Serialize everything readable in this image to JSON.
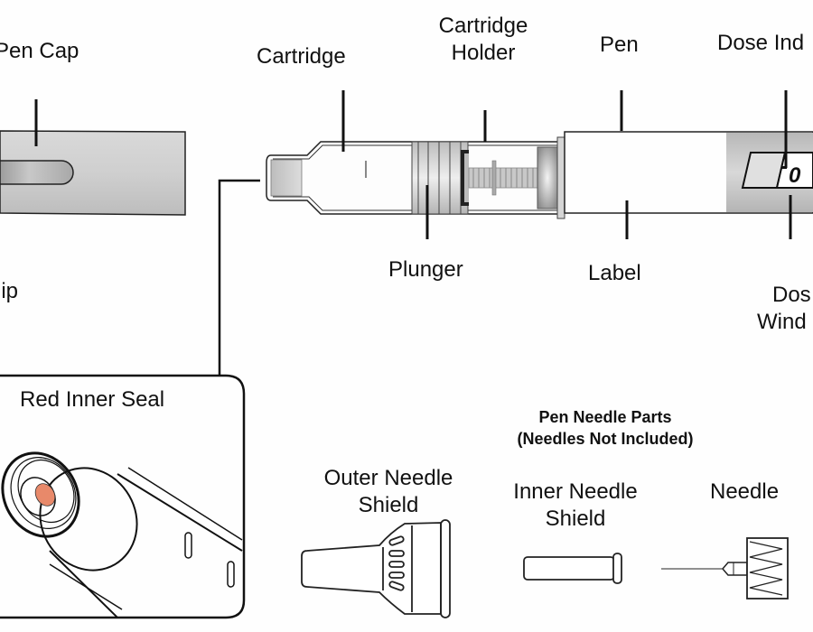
{
  "diagram": {
    "pen_labels": {
      "pen_cap": "Pen Cap",
      "clip": "lip",
      "cartridge": "Cartridge",
      "cartridge_holder_line1": "Cartridge",
      "cartridge_holder_line2": "Holder",
      "pen": "Pen",
      "dose_indicator": "Dose Ind",
      "plunger": "Plunger",
      "label": "Label",
      "dose_window_line1": "Dos",
      "dose_window_line2": "Wind"
    },
    "dose_display_value": "0",
    "inset": {
      "title": "Red Inner Seal",
      "seal_color": "#e8896a"
    },
    "needle_parts": {
      "heading_line1": "Pen Needle Parts",
      "heading_line2": "(Needles Not Included)",
      "outer_shield_line1": "Outer Needle",
      "outer_shield_line2": "Shield",
      "inner_shield_line1": "Inner Needle",
      "inner_shield_line2": "Shield",
      "needle": "Needle"
    }
  }
}
